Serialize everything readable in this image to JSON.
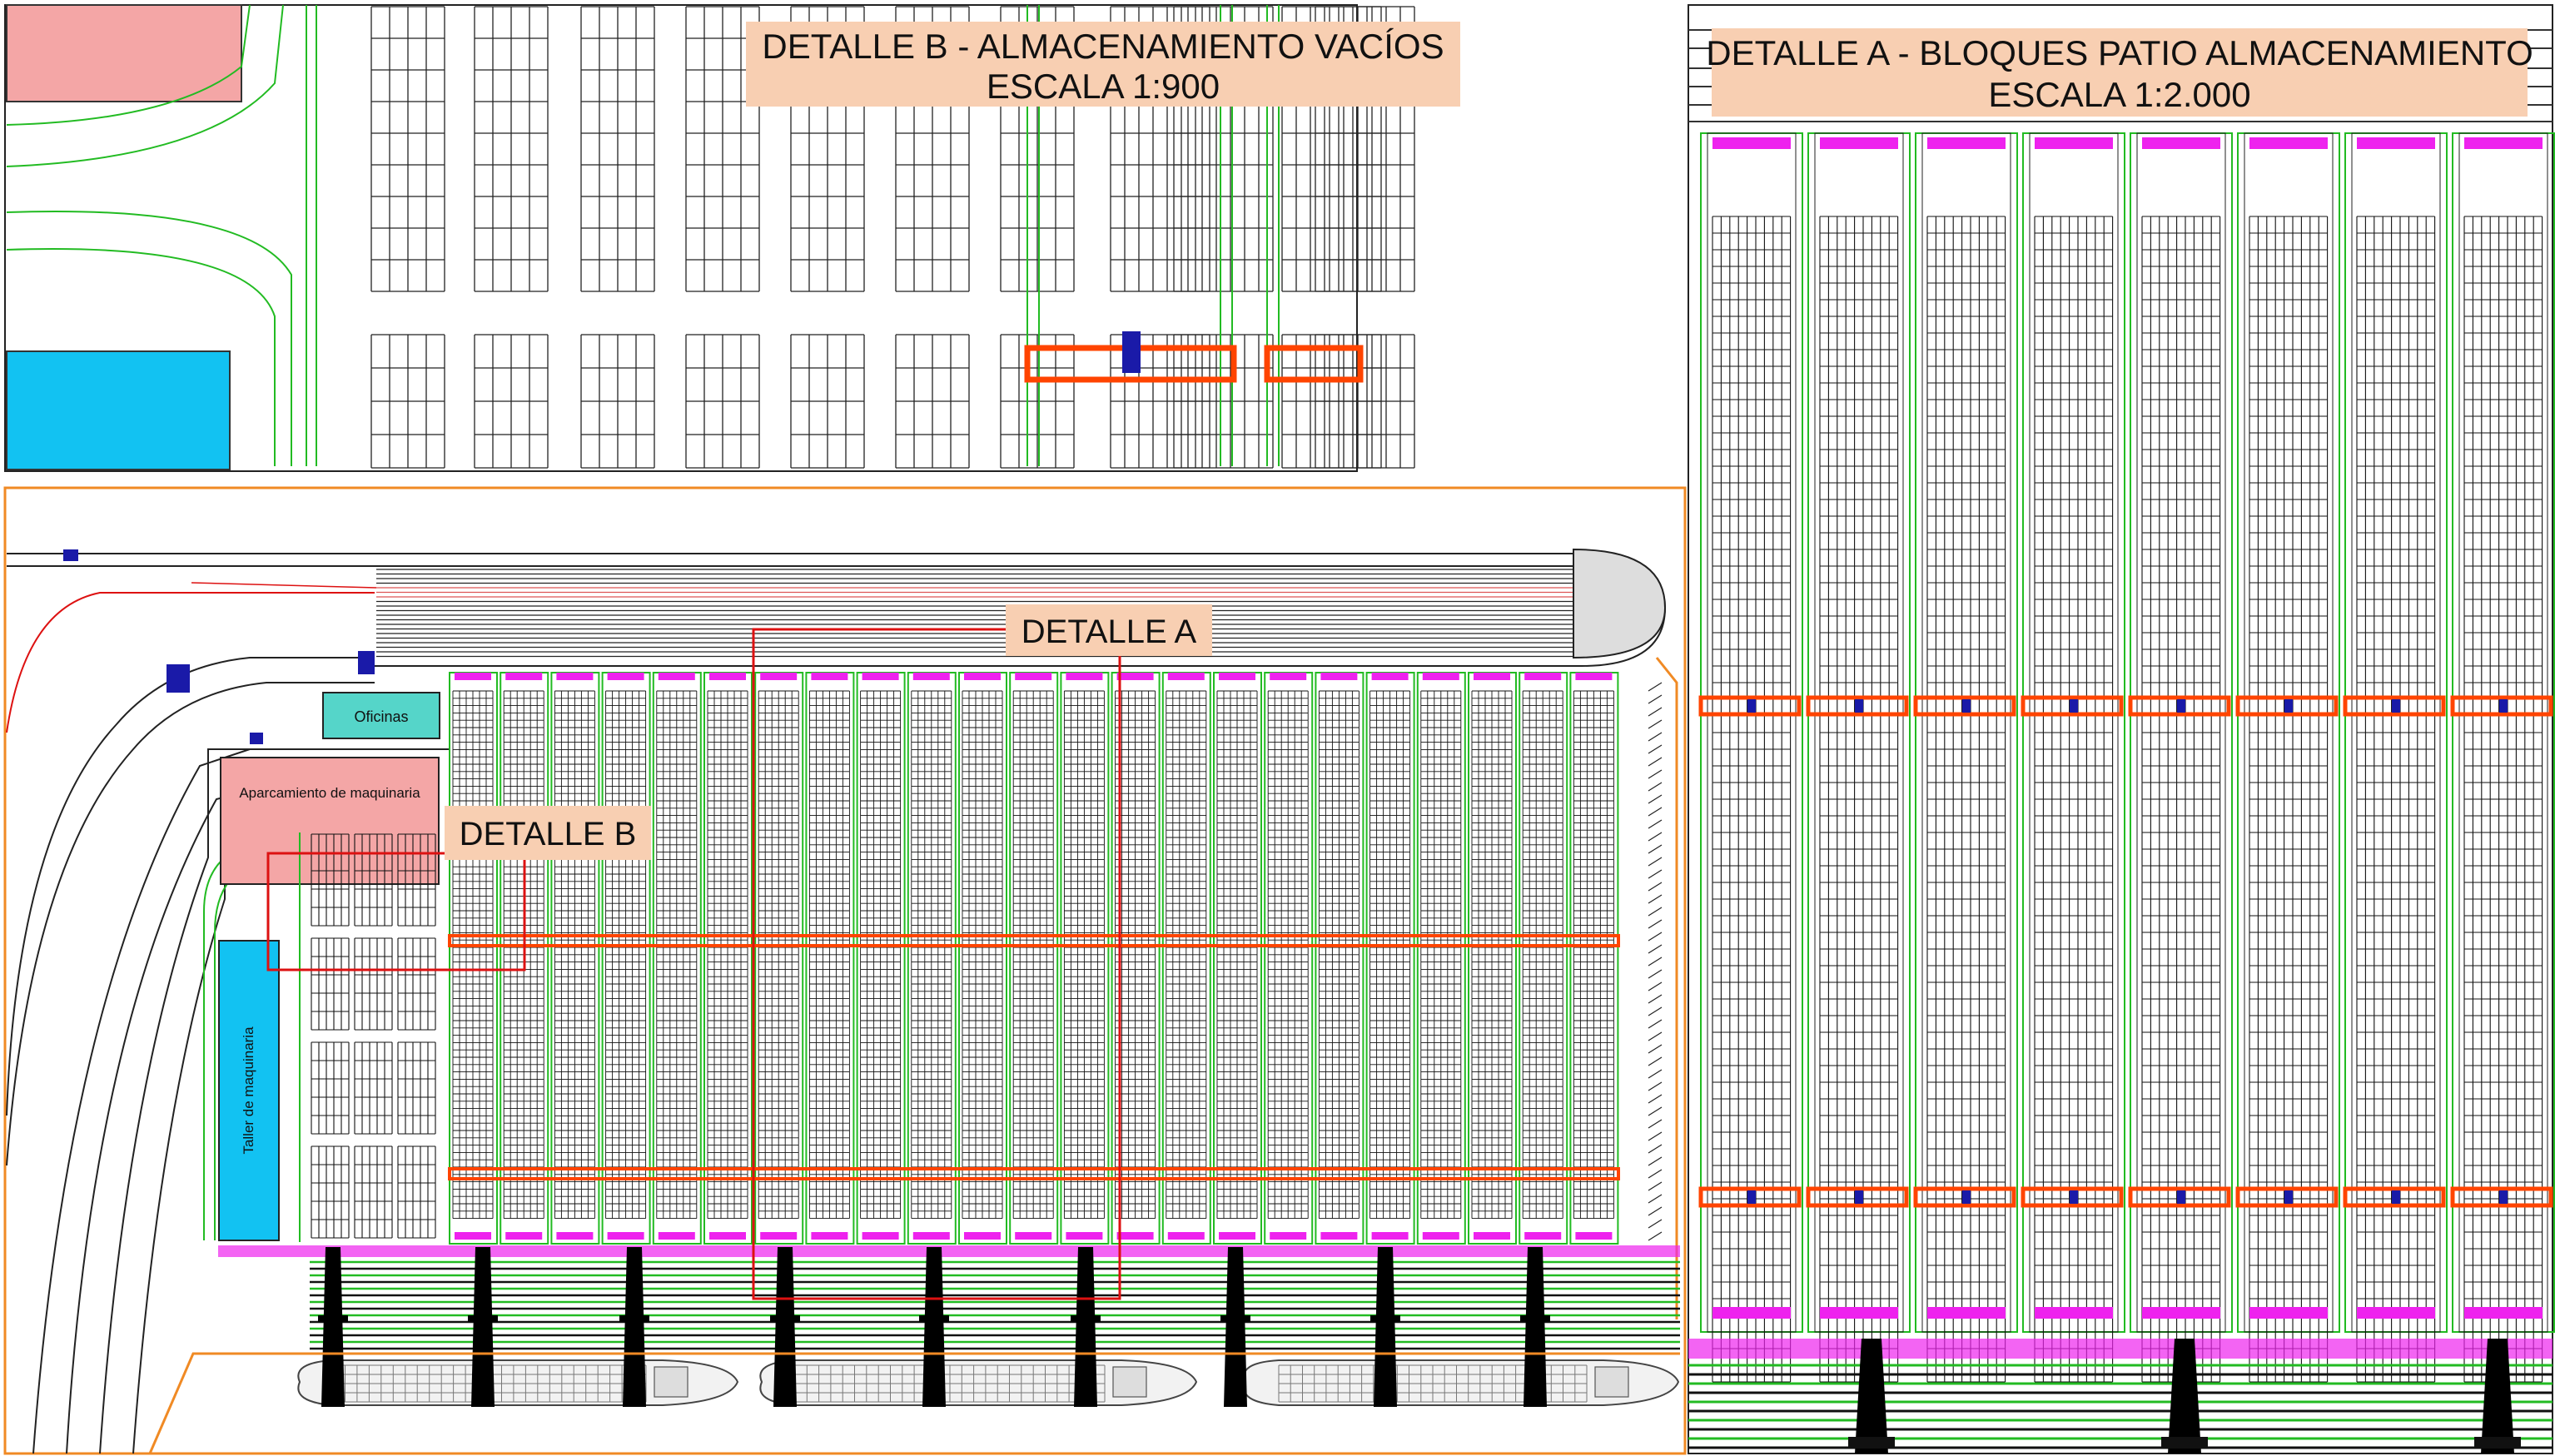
{
  "detail_b": {
    "line1": "DETALLE B - ALMACENAMIENTO VACÍOS",
    "line2": "ESCALA 1:900"
  },
  "detail_a": {
    "line1": "DETALLE A - BLOQUES PATIO ALMACENAMIENTO",
    "line2": "ESCALA 1:2.000"
  },
  "callouts": {
    "detalle_a": "DETALLE A",
    "detalle_b": "DETALLE B"
  },
  "buildings": {
    "oficinas": "Oficinas",
    "aparcamiento": "Aparcamiento de maquinaria",
    "taller": "Taller de maquinaria"
  },
  "colors": {
    "rail_green": "#22bb22",
    "highlight_orange": "#ff4400",
    "boundary_orange": "#f08a24",
    "callout_red": "#dd1111",
    "fence_magenta": "#ee22ee",
    "label_bg": "#f8cfb2",
    "office_teal": "#55d5c9",
    "parking_pink": "#f4a6a6",
    "workshop_cyan": "#12c2f2",
    "equipment_blue": "#1a1aa8"
  }
}
